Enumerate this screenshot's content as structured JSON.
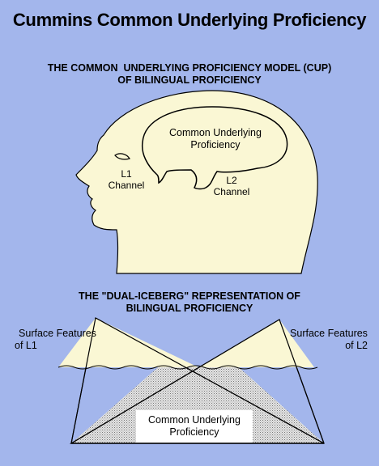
{
  "title": "Cummins Common Underlying Proficiency",
  "cup_model": {
    "heading_line1": "THE COMMON  UNDERLYING PROFICIENCY MODEL (CUP)",
    "heading_line2": "OF BILINGUAL PROFICIENCY",
    "bubble_line1": "Common Underlying",
    "bubble_line2": "Proficiency",
    "l1_line1": "L1",
    "l1_line2": "Channel",
    "l2_line1": "L2",
    "l2_line2": "Channel"
  },
  "iceberg": {
    "heading_line1": "THE \"DUAL-ICEBERG\" REPRESENTATION OF",
    "heading_line2": "BILINGUAL PROFICIENCY",
    "surface_l1_line1": "Surface Features",
    "surface_l1_line2": "of L1",
    "surface_l2_line1": "Surface Features",
    "surface_l2_line2": "of L2",
    "cup_line1": "Common Underlying",
    "cup_line2": "Proficiency"
  },
  "colors": {
    "background": "#a3b6ec",
    "fill": "#faf7d4",
    "shade": "#cfcfcf"
  }
}
